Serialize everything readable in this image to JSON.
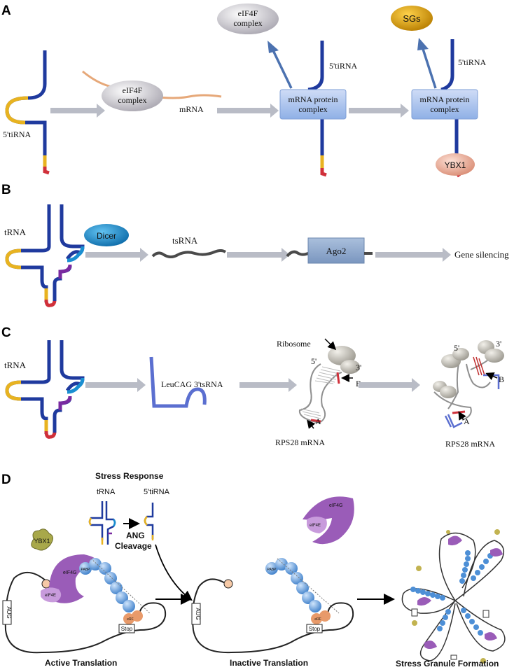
{
  "panels": {
    "a": {
      "letter": "A",
      "tirna_label_left": "5'tiRNA",
      "eif4f_label_line1": "eIF4F",
      "eif4f_label_line2": "complex",
      "mrna_label": "mRNA",
      "released_eif4f_line1": "eIF4F",
      "released_eif4f_line2": "complex",
      "tirna_label_mid": "5'tiRNA",
      "mrna_protein_line1": "mRNA protein",
      "mrna_protein_line2": "complex",
      "sgs_label": "SGs",
      "tirna_label_right": "5'tiRNA",
      "mrna_protein_right_line1": "mRNA protein",
      "mrna_protein_right_line2": "complex",
      "ybx1_label": "YBX1"
    },
    "b": {
      "letter": "B",
      "trna_label": "tRNA",
      "dicer_label": "Dicer",
      "tsrna_label": "tsRNA",
      "ago2_label": "Ago2",
      "outcome_label": "Gene silencing"
    },
    "c": {
      "letter": "C",
      "trna_label": "tRNA",
      "tsrna_label": "LeuCAG 3'tsRNA",
      "ribosome_label": "Ribosome",
      "five_prime_1": "5'",
      "three_prime_1": "3'",
      "site_b_1": "B",
      "site_a_1": "A",
      "mrna_label_1": "RPS28 mRNA",
      "five_prime_2": "5'",
      "three_prime_2": "3'",
      "site_b_2": "B",
      "site_a_2": "A",
      "mrna_label_2": "RPS28 mRNA"
    },
    "d": {
      "letter": "D",
      "stress_title": "Stress Response",
      "trna_label": "tRNA",
      "tirna_label": "5'tiRNA",
      "cleavage_line1": "ANG",
      "cleavage_line2": "Cleavage",
      "ybx1_label": "YBX1",
      "eif4g_label": "eIF4G",
      "eif4e_label": "eIF4E",
      "pabp_label": "PABP",
      "aug_label": "AUG",
      "stop_label": "Stop",
      "erf_label": "eRF",
      "active_label": "Active Translation",
      "inactive_label": "Inactive Translation",
      "granule_label": "Stress Granule Formation"
    }
  },
  "colors": {
    "rna_blue": "#1f3a9e",
    "rna_yellow": "#e8b320",
    "rna_red": "#d0303a",
    "rna_purple": "#7a2aa0",
    "arrow_gray": "#b9bcc6",
    "arrow_blue": "#4c72b0",
    "complex_box": "#a9c4ee",
    "eif4f_ellipse": "#d8d6dc",
    "sgs_ellipse": "#e4a400",
    "ybx1_ellipse": "#f1b8a3",
    "dicer_ellipse": "#1a8fd1",
    "ago2_box": "#8ea6c9",
    "eif4g_purple": "#9a5cb8",
    "pabp_blue": "#4d8fd6",
    "ybx1_olive": "#a8a84a",
    "erf_orange": "#e89a6a"
  }
}
